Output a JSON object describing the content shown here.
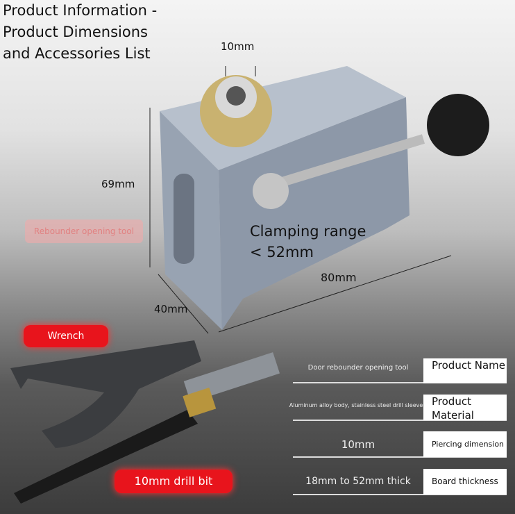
{
  "title": "Product Information - Product Dimensions and Accessories List",
  "dimensions": {
    "bore": "10mm",
    "height": "69mm",
    "width": "40mm",
    "length": "80mm"
  },
  "clamping": {
    "line1": "Clamping range",
    "line2": "< 52mm"
  },
  "labels": {
    "rebounder": "Rebounder opening tool",
    "wrench": "Wrench",
    "drill": "10mm drill bit"
  },
  "specs": [
    {
      "value": "Door rebounder opening tool",
      "label": "Product Name"
    },
    {
      "value": "Aluminum alloy body, stainless steel drill sleeve",
      "label": "Product Material"
    },
    {
      "value": "10mm",
      "label": "Piercing dimension"
    },
    {
      "value": "18mm to 52mm thick",
      "label": "Board thickness"
    }
  ]
}
